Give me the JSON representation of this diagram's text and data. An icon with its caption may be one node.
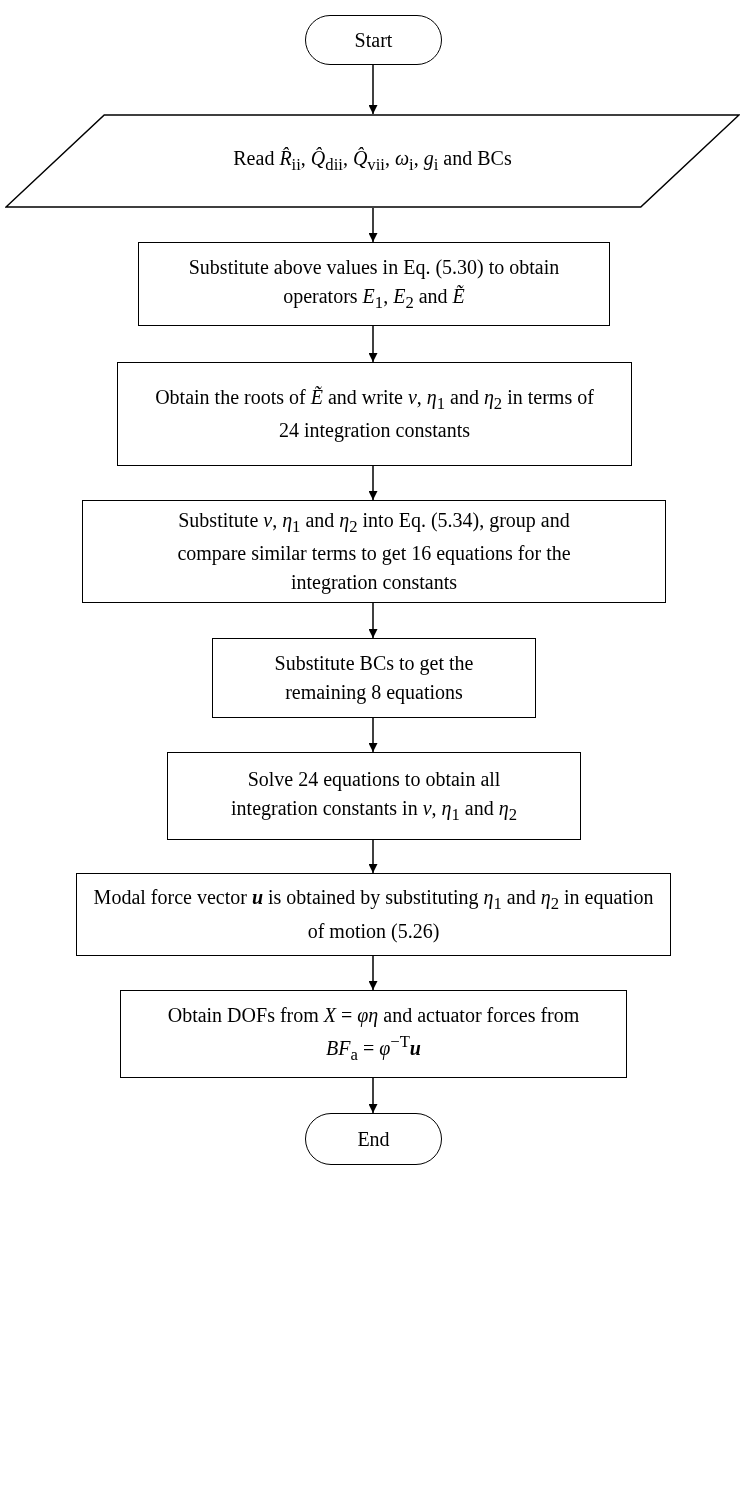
{
  "diagram": {
    "nodes": [
      {
        "text": [
          "Start"
        ]
      },
      {
        "text": [
          "Read *R̂*$_{ii}$, *Q̂*$_{dii}$, *Q̂*$_{vii}$, *ω*$_{i}$, *g*$_{i}$ and BCs"
        ]
      },
      {
        "text": [
          "Substitute above values in Eq. (5.30) to obtain operators *E*$_{1}$, *E*$_{2}$ and *Ẽ*"
        ]
      },
      {
        "text": [
          "Obtain the roots of *Ẽ* and write *v*, *η*$_{1}$ and *η*$_{2}$ in terms of 24 integration constants"
        ]
      },
      {
        "text": [
          "Substitute *v*, *η*$_{1}$ and *η*$_{2}$ into Eq. (5.34), group and compare similar terms to get 16 equations for the integration constants"
        ]
      },
      {
        "text": [
          "Substitute BCs to get the remaining 8 equations"
        ]
      },
      {
        "text": [
          "Solve 24 equations to obtain all integration constants in *v*, *η*$_{1}$ and *η*$_{2}$"
        ]
      },
      {
        "text": [
          "Modal force vector **u** is obtained by substituting *η*$_{1}$ and *η*$_{2}$ in equation of motion (5.26)"
        ]
      },
      {
        "text": [
          "Obtain DOFs from *X* = *φη* and actuator forces from *BF*$_{a}$ = *φ*$^{−T}$**u**"
        ]
      },
      {
        "text": [
          "End"
        ]
      }
    ],
    "edges": [
      {
        "from": 0,
        "to": 1,
        "arrow": "to"
      },
      {
        "from": 1,
        "to": 2,
        "arrow": "to"
      },
      {
        "from": 2,
        "to": 3,
        "arrow": "to"
      },
      {
        "from": 3,
        "to": 4,
        "arrow": "to"
      },
      {
        "from": 4,
        "to": 5,
        "arrow": "to"
      },
      {
        "from": 5,
        "to": 6,
        "arrow": "to"
      },
      {
        "from": 6,
        "to": 7,
        "arrow": "to"
      },
      {
        "from": 7,
        "to": 8,
        "arrow": "to"
      },
      {
        "from": 8,
        "to": 9,
        "arrow": "to"
      }
    ]
  }
}
